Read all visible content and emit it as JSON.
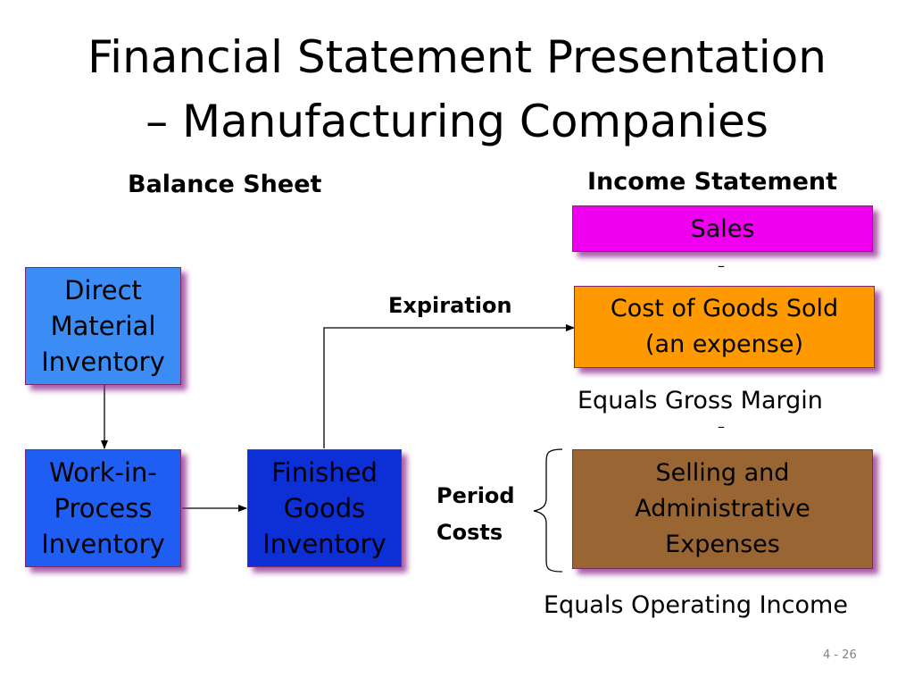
{
  "title": {
    "line1": "Financial Statement Presentation",
    "line2": "– Manufacturing Companies"
  },
  "headings": {
    "balance_sheet": "Balance Sheet",
    "income_statement": "Income Statement"
  },
  "balance_sheet": {
    "direct_material": [
      "Direct",
      "Material",
      "Inventory"
    ],
    "work_in_process": [
      "Work-in-",
      "Process",
      "Inventory"
    ],
    "finished_goods": [
      "Finished",
      "Goods",
      "Inventory"
    ]
  },
  "income_statement": {
    "sales": "Sales",
    "minus_1": "–",
    "cogs": [
      "Cost of Goods Sold",
      "(an expense)"
    ],
    "gross_margin": "Equals Gross Margin",
    "minus_2": "–",
    "sga": [
      "Selling and",
      "Administrative",
      "Expenses"
    ],
    "operating_income": "Equals Operating Income"
  },
  "labels": {
    "expiration": "Expiration",
    "period_costs": [
      "Period",
      "Costs"
    ]
  },
  "page_number": "4 - 26",
  "colors": {
    "direct_material": "#3b8cf5",
    "work_in_process": "#1f5ef2",
    "finished_goods": "#0d2fd6",
    "sales": "#ee00ee",
    "cogs": "#ff9900",
    "sga": "#996633"
  }
}
